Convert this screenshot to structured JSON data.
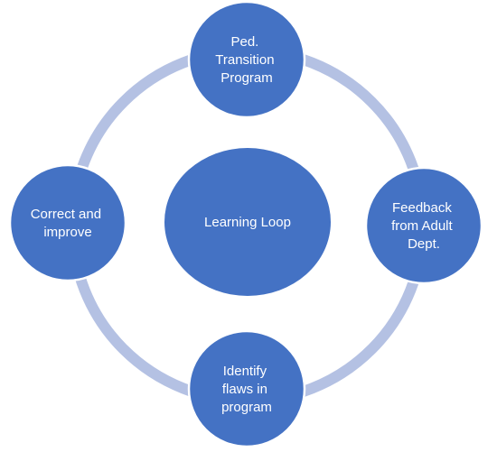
{
  "diagram": {
    "center": {
      "lines": [
        "Learning Loop"
      ]
    },
    "nodes": [
      {
        "id": "ped-transition-program",
        "lines": [
          "Ped.",
          "Transition",
          "Program"
        ]
      },
      {
        "id": "feedback-from-adult-dept",
        "lines": [
          "Feedback",
          "from Adult",
          "Dept."
        ]
      },
      {
        "id": "identify-flaws-in-program",
        "lines": [
          "Identify",
          "flaws in",
          "program"
        ]
      },
      {
        "id": "correct-and-improve",
        "lines": [
          "Correct and",
          "improve"
        ]
      }
    ],
    "colors": {
      "node_fill": "#4472c4",
      "ring": "#b4c1e3",
      "node_outline": "#ffffff",
      "text": "#ffffff"
    }
  }
}
